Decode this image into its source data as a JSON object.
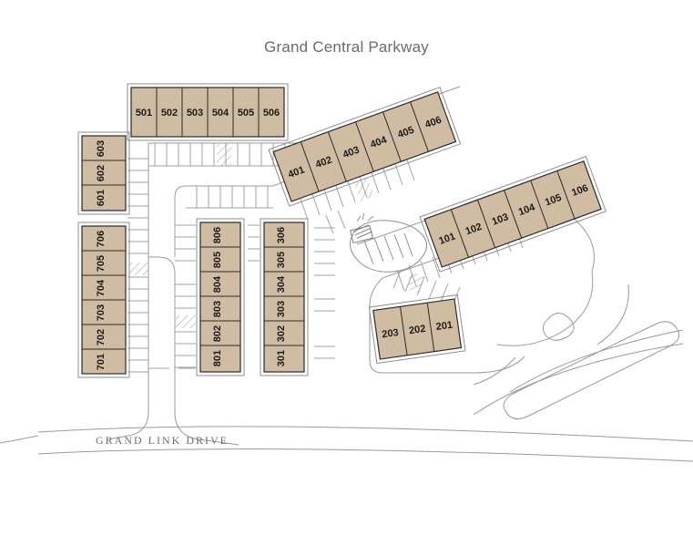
{
  "map": {
    "top_street_label": "Grand Central Parkway",
    "bottom_street_label": "GRAND LINK DRIVE",
    "colors": {
      "building_fill": "#cfbca3",
      "building_stroke": "#2b2b2b",
      "building_outer": "#8d8d8d",
      "pavement_stroke": "#9a9a9a",
      "unit_text": "#1b1b1b",
      "street_text": "#6f6f6f",
      "background": "#ffffff"
    }
  },
  "blocks": [
    {
      "name": "block-500",
      "orientation": "horizontal",
      "rotation": 0,
      "units": [
        "501",
        "502",
        "503",
        "504",
        "505",
        "506"
      ]
    },
    {
      "name": "block-400",
      "orientation": "diagonal",
      "rotation": 22,
      "units": [
        "401",
        "402",
        "403",
        "404",
        "405",
        "406"
      ]
    },
    {
      "name": "block-100",
      "orientation": "diagonal",
      "rotation": 22,
      "units": [
        "101",
        "102",
        "103",
        "104",
        "105",
        "106"
      ]
    },
    {
      "name": "block-600",
      "orientation": "vertical",
      "rotation": 0,
      "units": [
        "603",
        "602",
        "601"
      ]
    },
    {
      "name": "block-700",
      "orientation": "vertical",
      "rotation": 0,
      "units": [
        "706",
        "705",
        "704",
        "703",
        "702",
        "701"
      ]
    },
    {
      "name": "block-800",
      "orientation": "vertical",
      "rotation": 0,
      "units": [
        "806",
        "805",
        "804",
        "803",
        "802",
        "801"
      ]
    },
    {
      "name": "block-300",
      "orientation": "vertical",
      "rotation": 0,
      "units": [
        "306",
        "305",
        "304",
        "303",
        "302",
        "301"
      ]
    },
    {
      "name": "block-200",
      "orientation": "horizontal",
      "rotation": -8,
      "units": [
        "203",
        "202",
        "201"
      ]
    }
  ],
  "features": [
    {
      "name": "courtyard-amenity-island",
      "label": ""
    },
    {
      "name": "entry-drive-west",
      "label": ""
    },
    {
      "name": "entry-drive-east",
      "label": ""
    },
    {
      "name": "median-island-southeast",
      "label": ""
    }
  ]
}
